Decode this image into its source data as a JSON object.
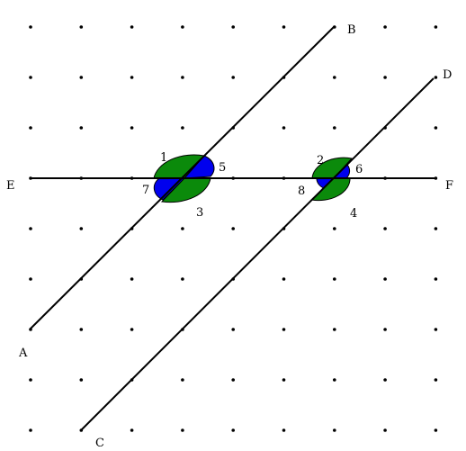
{
  "colors": {
    "background": "#ffffff",
    "line": "#000000",
    "dot": "#000000",
    "acute_fill": "#0b8a0b",
    "obtuse_fill": "#0000ee",
    "arc_stroke": "#000000"
  },
  "points": {
    "A": "A",
    "B": "B",
    "C": "C",
    "D": "D",
    "E": "E",
    "F": "F"
  },
  "angles": {
    "a1": "1",
    "a2": "2",
    "a3": "3",
    "a4": "4",
    "a5": "5",
    "a6": "6",
    "a7": "7",
    "a8": "8"
  }
}
